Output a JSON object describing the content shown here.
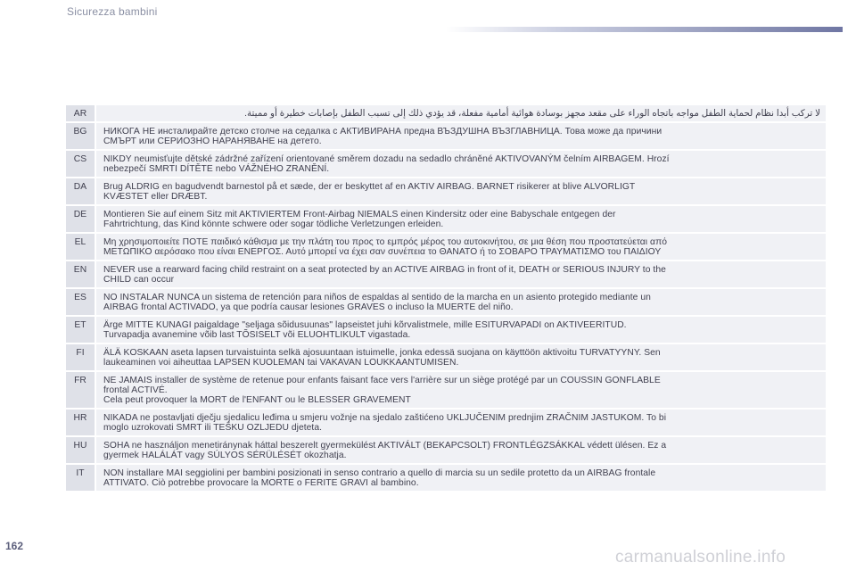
{
  "header": {
    "section_title": "Sicurezza bambini"
  },
  "warnings": [
    {
      "code": "AR",
      "rtl": true,
      "lines": [
        "لا تركب أبدا نظام لحماية الطفل مواجه باتجاه الوراء على مقعد مجهز بوسادة هوائية أمامية مفعلة، قد يؤدي ذلك إلى تسبب الطفل بإصابات خطيرة أو مميتة."
      ]
    },
    {
      "code": "BG",
      "rtl": false,
      "lines": [
        "НИКОГА НЕ инсталирайте детско столче на седалка с АКТИВИРАНА предна ВЪЗДУШНА ВЪЗГЛАВНИЦА. Това може да причини",
        "СМЪРТ или СЕРИОЗНО НАРАНЯВАНЕ на детето."
      ]
    },
    {
      "code": "CS",
      "rtl": false,
      "lines": [
        "NIKDY neumisťujte dětské zádržné zařízení orientované směrem dozadu na sedadlo chráněné AKTIVOVANÝM čelním AIRBAGEM. Hrozí",
        "nebezpečí SMRTI DÍTĚTE nebo VÁŽNÉHO ZRANĚNÍ."
      ]
    },
    {
      "code": "DA",
      "rtl": false,
      "lines": [
        "Brug ALDRIG  en bagudvendt barnestol på et sæde, der er beskyttet af en AKTIV AIRBAG. BARNET risikerer at blive ALVORLIGT",
        "KVÆSTET eller DRÆBT."
      ]
    },
    {
      "code": "DE",
      "rtl": false,
      "lines": [
        "Montieren Sie auf einem Sitz mit AKTIVIERTEM Front-Airbag NIEMALS einen Kindersitz oder eine Babyschale entgegen der",
        "Fahrtrichtung, das Kind könnte schwere oder sogar tödliche Verletzungen erleiden."
      ]
    },
    {
      "code": "EL",
      "rtl": false,
      "lines": [
        "Μη χρησιμοποιείτε ΠΟΤΕ παιδικό κάθισμα με την πλάτη του προς το εμπρός μέρος του αυτοκινήτου, σε μια θέση που προστατεύεται από",
        "ΜΕΤΩΠΙΚΟ αερόσακο που είναι ΕΝΕΡΓΟΣ. Αυτό μπορεί να έχει σαν συνέπεια το ΘΑΝΑΤΟ ή το ΣΟΒΑΡΟ ΤΡΑΥΜΑΤΙΣΜΟ του ΠΑΙΔΙΟΥ"
      ]
    },
    {
      "code": "EN",
      "rtl": false,
      "lines": [
        "NEVER use a rearward facing child restraint on a seat protected by an ACTIVE AIRBAG in front of it, DEATH or SERIOUS INJURY to the",
        "CHILD can occur"
      ]
    },
    {
      "code": "ES",
      "rtl": false,
      "lines": [
        "NO INSTALAR NUNCA un sistema de retención para niños de espaldas al sentido de la marcha en un asiento protegido mediante un",
        "AIRBAG frontal ACTIVADO, ya que podría causar lesiones GRAVES o incluso la MUERTE del niño."
      ]
    },
    {
      "code": "ET",
      "rtl": false,
      "lines": [
        "Ärge MITTE KUNAGI paigaldage \"seljaga sõidusuunas\" lapseistet juhi kõrvalistmele, mille ESITURVAPADI on AKTIVEERITUD.",
        "Turvapadja avanemine võib last TÕSISELT või ELUOHTLIKULT vigastada."
      ]
    },
    {
      "code": "FI",
      "rtl": false,
      "lines": [
        "ÄLÄ KOSKAAN aseta lapsen turvaistuinta selkä ajosuuntaan istuimelle, jonka edessä suojana on käyttöön aktivoitu TURVATYYNY. Sen",
        "laukeaminen voi aiheuttaa LAPSEN KUOLEMAN tai VAKAVAN LOUKKAANTUMISEN."
      ]
    },
    {
      "code": "FR",
      "rtl": false,
      "lines": [
        "NE JAMAIS installer de système de retenue pour enfants faisant face vers l'arrière sur un siège protégé par un COUSSIN GONFLABLE",
        "frontal ACTIVÉ.",
        "Cela peut provoquer la MORT de l'ENFANT ou le BLESSER GRAVEMENT"
      ]
    },
    {
      "code": "HR",
      "rtl": false,
      "lines": [
        "NIKADA ne postavljati dječju sjedalicu leđima u smjeru vožnje na sjedalo zaštićeno UKLJUČENIM prednjim ZRAČNIM JASTUKOM. To bi",
        "moglo uzrokovati SMRT ili TEŠKU OZLJEDU djeteta."
      ]
    },
    {
      "code": "HU",
      "rtl": false,
      "lines": [
        "SOHA ne használjon menetiránynak háttal beszerelt gyermekülést AKTIVÁLT (BEKAPCSOLT) FRONTLÉGZSÁKKAL védett ülésen. Ez a",
        "gyermek HALÁLÁT vagy SÚLYOS SÉRÜLÉSÉT okozhatja."
      ]
    },
    {
      "code": "IT",
      "rtl": false,
      "lines": [
        "NON installare MAI seggiolini per bambini posizionati in senso contrario a quello di marcia su un sedile protetto da un AIRBAG frontale",
        "ATTIVATO. Ciò potrebbe provocare la MORTE o FERITE GRAVI al bambino."
      ]
    }
  ],
  "footer": {
    "page_number": "162",
    "watermark": "carmanualsonline.info"
  }
}
